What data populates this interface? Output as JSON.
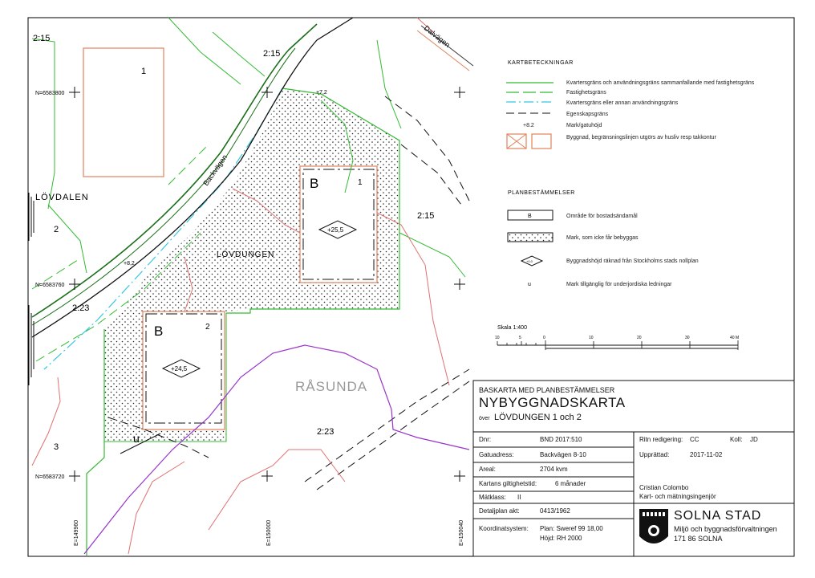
{
  "map": {
    "area_labels": {
      "lovdalen": "LÖVDALEN",
      "lovdungen": "LÖVDUNGEN",
      "rasunda": "RÅSUNDA"
    },
    "parcel_numbers": {
      "p_2_15_tl": "2:15",
      "p_2_15_top": "2:15",
      "p_2_15_right": "2:15",
      "p_2_23_left": "2:23",
      "p_2_23_bottom": "2:23",
      "p_1_top": "1",
      "p_2_left": "2",
      "p_3_left": "3",
      "p_1_b": "1",
      "p_2_b": "2"
    },
    "streets": {
      "backvagen": "Backvägen",
      "dalvagen": "Dalvägen"
    },
    "coordinates": {
      "n1": "N=6583800",
      "n2": "N=6583760",
      "n3": "N=6583720",
      "e1": "E=149960",
      "e2": "E=150000",
      "e3": "E=150040"
    },
    "elevations": {
      "e72": "+7,2",
      "e82": "+8,2"
    },
    "building_marks": {
      "b1": "B",
      "b2": "B",
      "h1": "+25,5",
      "h2": "+24,5",
      "u": "u"
    }
  },
  "legend": {
    "heading": "KARTBETECKNINGAR",
    "items": [
      {
        "text": "Kvartersgräns och användningsgräns sammanfallande med fastighetsgräns"
      },
      {
        "text": "Fastighetsgräns"
      },
      {
        "text": "Kvartersgräns eller annan användningsgräns"
      },
      {
        "text": "Egenskapsgräns"
      },
      {
        "text": "Mark/gatuhöjd",
        "symbol": "+8.2"
      },
      {
        "text": "Byggnad, begränsningslinjen utgörs av husliv resp takkontur"
      }
    ]
  },
  "plan": {
    "heading": "PLANBESTÄMMELSER",
    "items": [
      {
        "symbol": "B",
        "text": "Område för bostadsändamål"
      },
      {
        "text": "Mark, som icke får bebyggas"
      },
      {
        "symbol": "+0.0",
        "text": "Byggnadshöjd räknad från Stockholms stads nollplan"
      },
      {
        "symbol": "u",
        "text": "Mark tillgänglig för underjordiska ledningar"
      }
    ]
  },
  "scale": {
    "label": "Skala 1:400",
    "ticks_left": [
      "10",
      "5",
      "0"
    ],
    "ticks_right": [
      "10",
      "20",
      "30",
      "40 M"
    ]
  },
  "titleblock": {
    "line1": "BASKARTA MED PLANBESTÄMMELSER",
    "title": "NYBYGGNADSKARTA",
    "over_label": "över",
    "over_value": "LÖVDUNGEN 1 och 2",
    "dnr_label": "Dnr:",
    "dnr_value": "BND 2017:510",
    "ritn_label": "Ritn redigering:",
    "ritn_value": "CC",
    "koll_label": "Koll:",
    "koll_value": "JD",
    "gatu_label": "Gatuadress:",
    "gatu_value": "Backvägen 8-10",
    "upprattad_label": "Upprättad:",
    "upprattad_value": "2017-11-02",
    "areal_label": "Areal:",
    "areal_value": "2704 kvm",
    "giltig_label": "Kartans giltighetstid:",
    "giltig_value": "6 månader",
    "maklass_label": "Mätklass:",
    "maklass_value": "II",
    "person_name": "Cristian Colombo",
    "person_title": "Kart- och mätningsingenjör",
    "detalj_label": "Detaljplan akt:",
    "detalj_value": "0413/1962",
    "koord_label": "Koordinatsystem:",
    "koord_plan": "Plan: Sweref 99 18,00",
    "koord_hojd": "Höjd: RH 2000",
    "org_name": "SOLNA STAD",
    "org_dept": "Miljö och byggnadsförvaltningen",
    "org_addr": "171 86 SOLNA"
  }
}
